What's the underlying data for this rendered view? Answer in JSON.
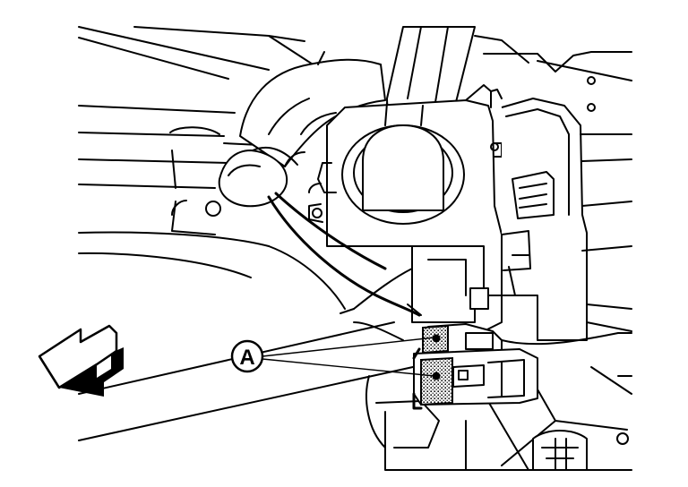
{
  "diagram": {
    "callout": {
      "label": "A",
      "targets": 2
    },
    "direction_arrow": {
      "icon": "hollow-zigzag-arrow",
      "points": "front-left"
    },
    "colors": {
      "line": "#000000",
      "background": "#ffffff",
      "connector_fill": "dotted-gray"
    }
  }
}
